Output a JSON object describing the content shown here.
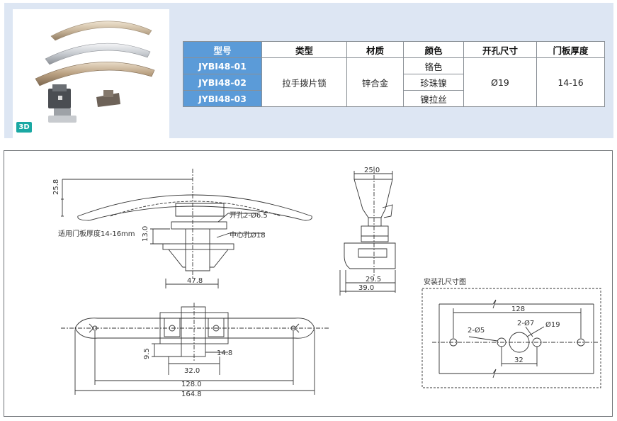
{
  "badge_3d": "3D",
  "table": {
    "headers": [
      "型号",
      "类型",
      "材质",
      "颜色",
      "开孔尺寸",
      "门板厚度"
    ],
    "models": [
      "JYBI48-01",
      "JYBI48-02",
      "JYBI48-03"
    ],
    "type": "拉手拨片锁",
    "material": "锌合金",
    "colors": [
      "铬色",
      "珍珠镍",
      "镍拉丝"
    ],
    "hole_size": "Ø19",
    "panel_thickness": "14-16"
  },
  "front_view": {
    "dim_height": "25.8",
    "dim_13": "13.0",
    "note_holes": "开孔2-Ø6.5",
    "note_center": "中心孔Ø18",
    "note_panel": "适用门板厚度14-16mm",
    "dim_478": "47.8"
  },
  "side_view": {
    "dim_250": "25.0",
    "dim_295": "29.5",
    "dim_390": "39.0"
  },
  "bottom_view": {
    "dim_95": "9.5",
    "dim_148": "14.8",
    "dim_320": "32.0",
    "dim_1280": "128.0",
    "dim_1648": "164.8"
  },
  "install_view": {
    "title": "安装孔尺寸图",
    "dim_128": "128",
    "holes_5": "2-Ø5",
    "holes_7": "2-Ø7",
    "hole_19": "Ø19",
    "dim_32": "32"
  },
  "colors": {
    "panel_bg": "#dde6f3",
    "model_cell": "#5b9bd8",
    "badge": "#1aa8a3"
  }
}
